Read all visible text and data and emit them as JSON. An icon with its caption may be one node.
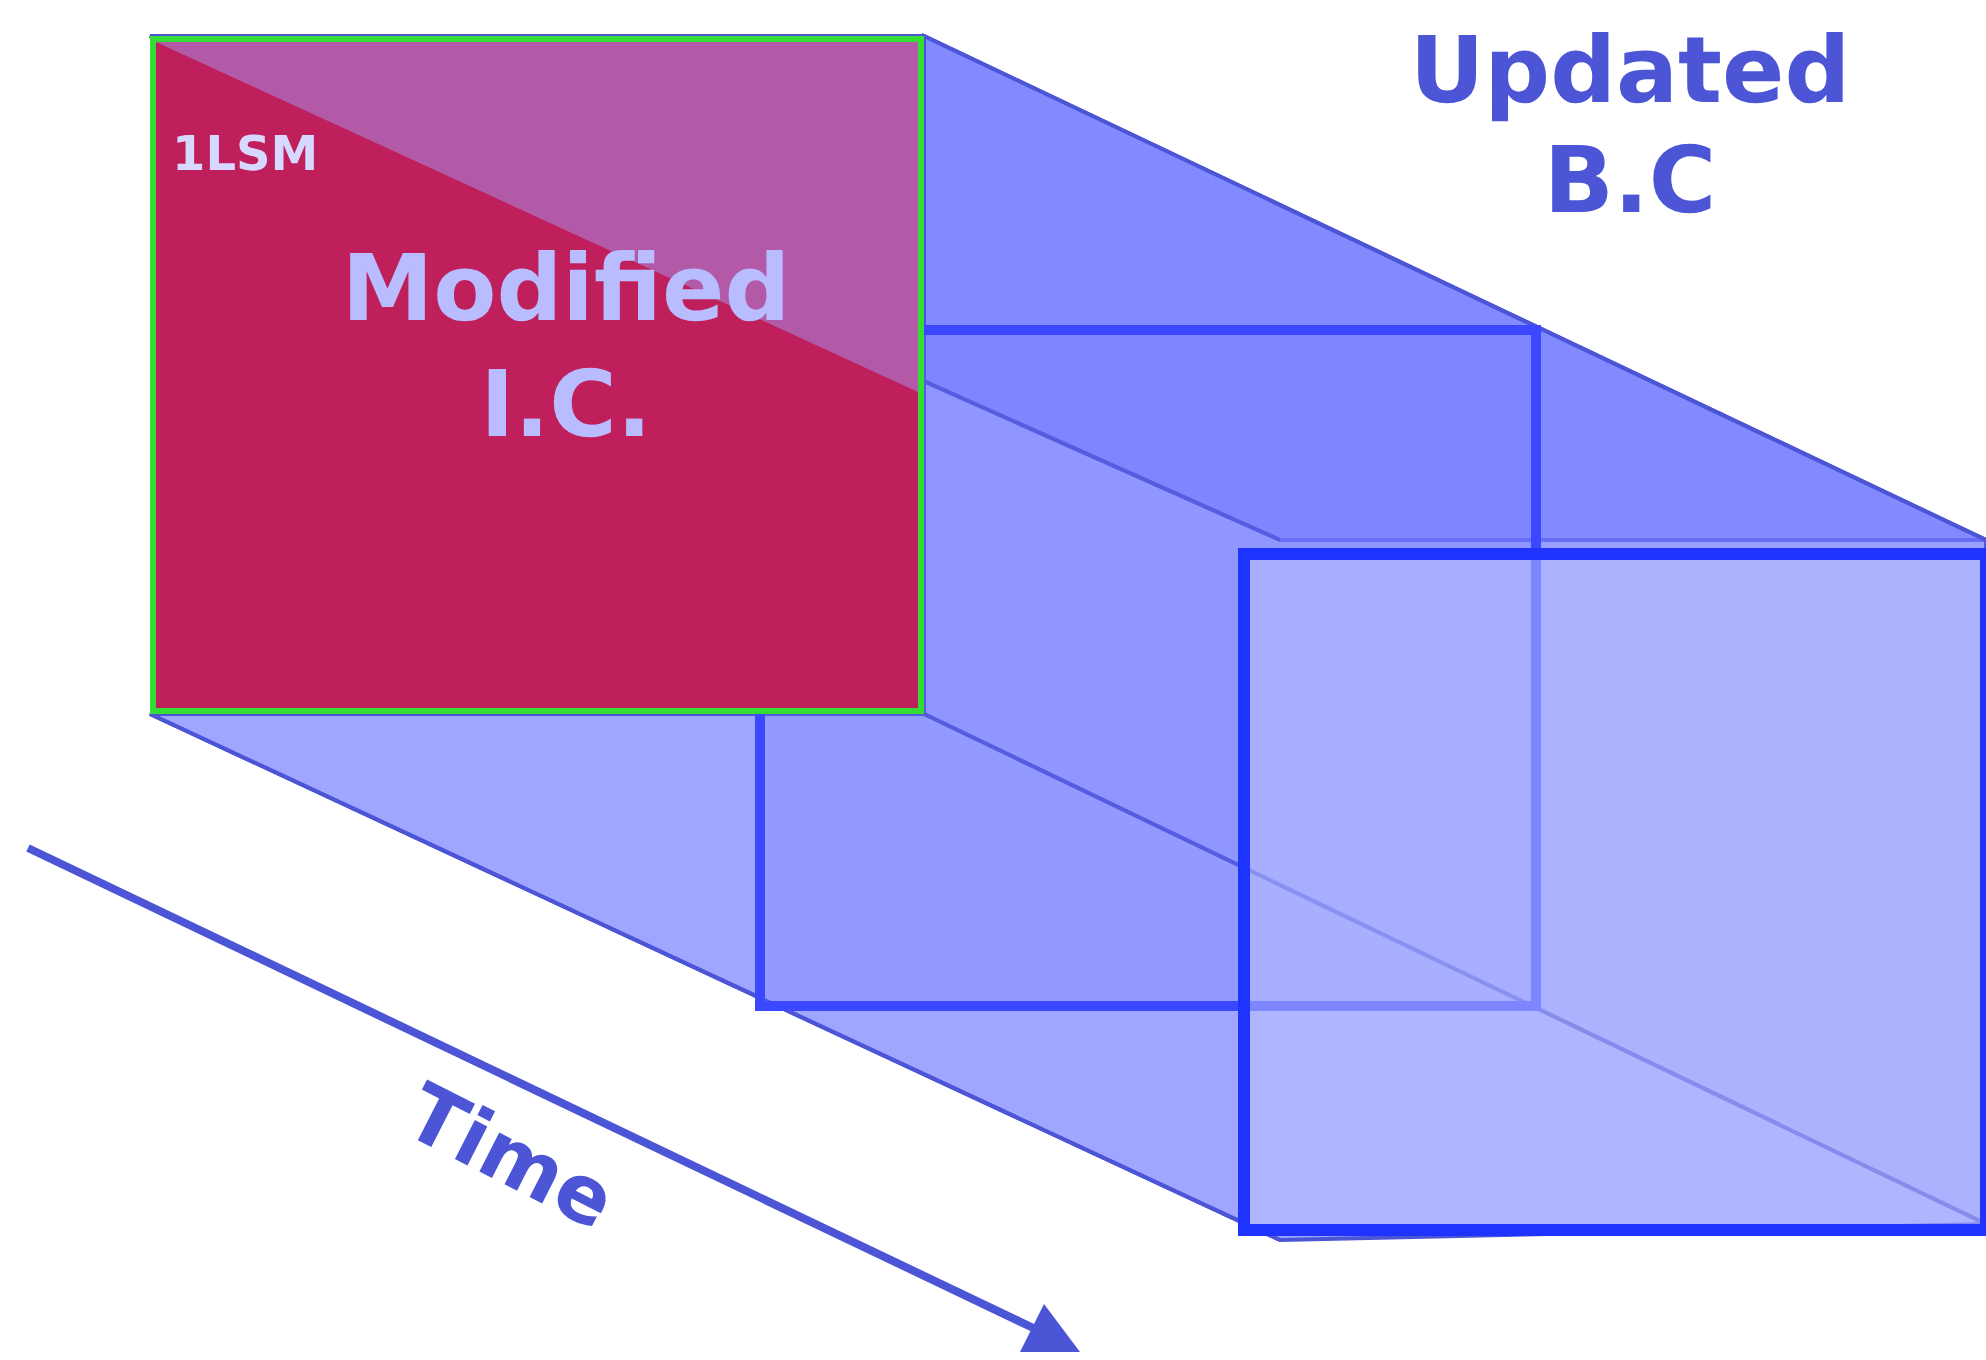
{
  "diagram": {
    "nodes": [
      {
        "text": [
          "1LSM",
          "Modified I.C."
        ]
      }
    ],
    "edges": [],
    "labels": [
      "Updated B.C",
      "Time"
    ]
  }
}
